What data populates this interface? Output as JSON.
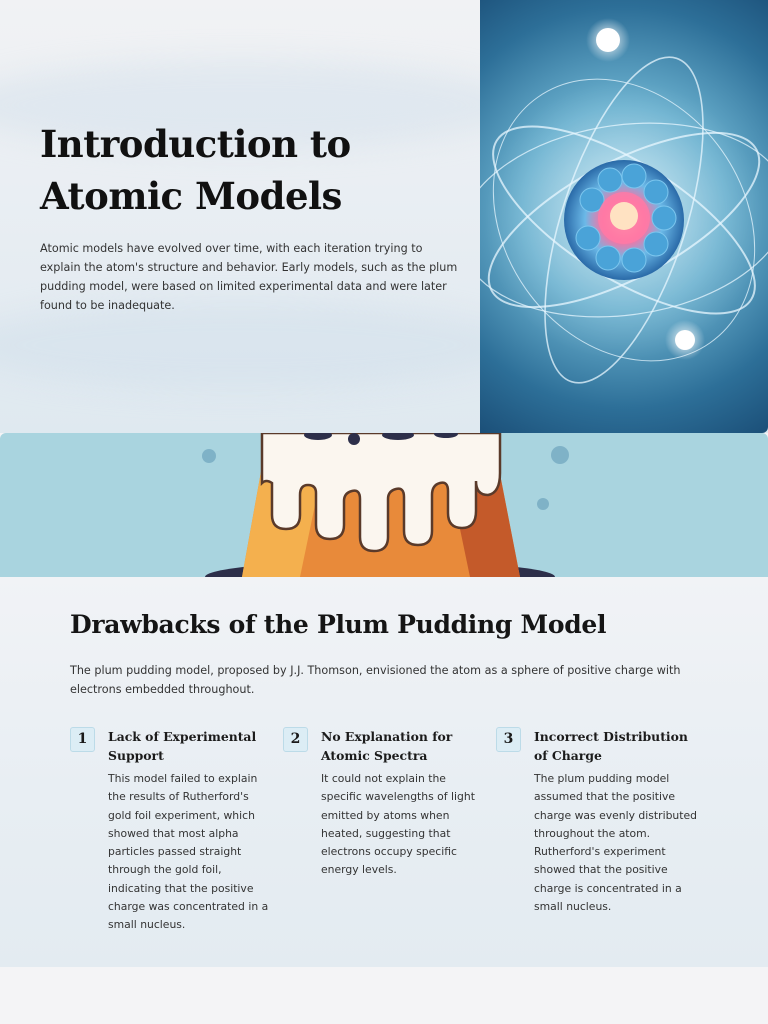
{
  "slide1": {
    "title": "Introduction to Atomic Models",
    "intro": "Atomic models have evolved over time, with each iteration trying to explain the atom's structure and behavior. Early models, such as the plum pudding model, were based on limited experimental data and were later found to be inadequate."
  },
  "slide2": {
    "title": "Drawbacks of the Plum Pudding Model",
    "description": "The plum pudding model, proposed by J.J. Thomson, envisioned the atom as a sphere of positive charge with electrons embedded throughout.",
    "cards": [
      {
        "number": "1",
        "title": "Lack of Experimental Support",
        "body": "This model failed to explain the results of Rutherford's gold foil experiment, which showed that most alpha particles passed straight through the gold foil, indicating that the positive charge was concentrated in a small nucleus."
      },
      {
        "number": "2",
        "title": "No Explanation for Atomic Spectra",
        "body": "It could not explain the specific wavelengths of light emitted by atoms when heated, suggesting that electrons occupy specific energy levels."
      },
      {
        "number": "3",
        "title": "Incorrect Distribution of Charge",
        "body": "The plum pudding model assumed that the positive charge was evenly distributed throughout the atom. Rutherford's experiment showed that the positive charge is concentrated in a small nucleus."
      }
    ]
  }
}
